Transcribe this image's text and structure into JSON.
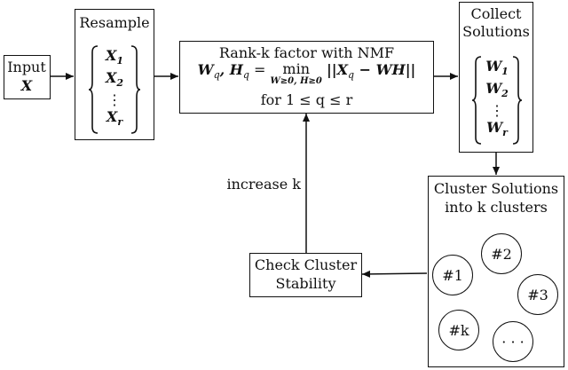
{
  "input": {
    "label": "Input",
    "symbol": "X"
  },
  "resample": {
    "title": "Resample",
    "items": [
      "X",
      "X",
      "⋮",
      "X"
    ],
    "subs": [
      "1",
      "2",
      "",
      "r"
    ]
  },
  "nmf": {
    "line1": "Rank-k factor with NMF",
    "eq_lhs": "W",
    "eq_lhs_sub": "q",
    "eq_lhs2": "H",
    "eq_lhs2_sub": "q",
    "eq_min": "min",
    "eq_constraint": "W≥0, H≥0",
    "eq_norm": "||X",
    "eq_norm_sub": "q",
    "eq_norm_rest": "− WH||",
    "line3": "for 1 ≤ q ≤ r"
  },
  "collect": {
    "title_line1": "Collect",
    "title_line2": "Solutions",
    "items": [
      "W",
      "W",
      "⋮",
      "W"
    ],
    "subs": [
      "1",
      "2",
      "",
      "r"
    ]
  },
  "cluster": {
    "title_line1": "Cluster Solutions",
    "title_line2": "into k clusters",
    "circles": [
      "#1",
      "#2",
      "#3",
      "#k",
      "· · ·"
    ]
  },
  "check": {
    "line1": "Check Cluster",
    "line2": "Stability"
  },
  "feedback_label": "increase k"
}
